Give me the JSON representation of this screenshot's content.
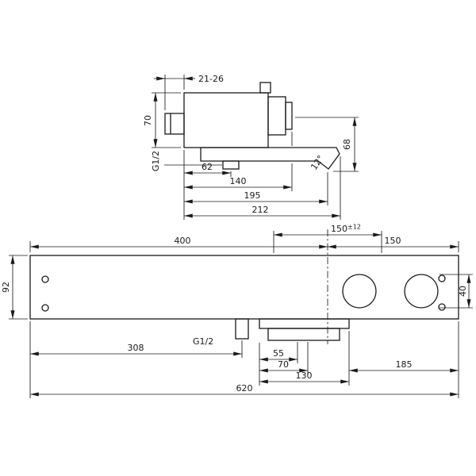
{
  "drawing": {
    "type": "technical-dimension-drawing",
    "background": "#ffffff",
    "line_color": "#1a1a1a"
  },
  "side_view": {
    "dim_wall_distance": "21-26",
    "dim_body_height": "70",
    "thread_label": "G1/2",
    "dim_outlet_offset": "62",
    "dim_handle_depth": "140",
    "dim_spout_reach": "195",
    "dim_total_depth": "212",
    "dim_outlet_drop": "68",
    "dim_spout_angle": "12°"
  },
  "front_view": {
    "dim_connection_spacing": "150",
    "dim_connection_tolerance": "±12",
    "dim_left_section": "400",
    "dim_right_section": "150",
    "dim_body_height": "92",
    "dim_handle_diameter": "40",
    "thread_label": "G1/2",
    "dim_hose_outlet_position": "308",
    "dim_hook_offset": "55",
    "dim_holder_offset": "70",
    "dim_spout_width": "130",
    "dim_right_span": "185",
    "dim_total_width": "620"
  }
}
